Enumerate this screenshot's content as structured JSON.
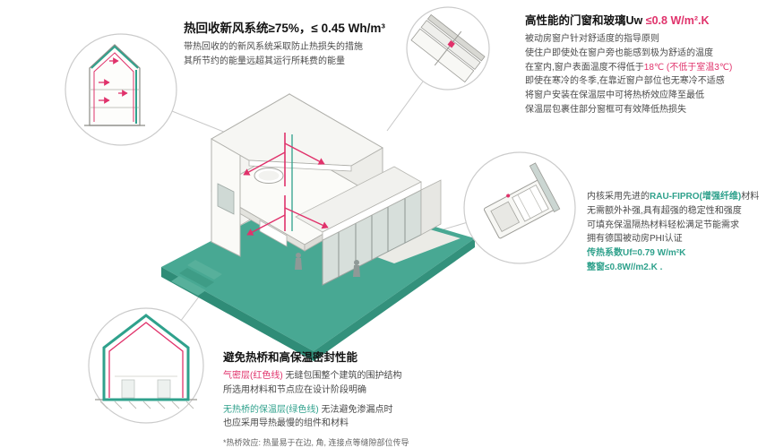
{
  "colors": {
    "teal": "#2FA18C",
    "red": "#E0326B",
    "ink": "#3c3c3c"
  },
  "ventilation": {
    "title": "热回收新风系统≥75%，≤ 0.45 Wh/m³",
    "line1": "带热回收的的新风系统采取防止热损失的措施",
    "line2": "其所节约的能量远超其运行所耗费的能量"
  },
  "windows": {
    "title_main": "高性能的门窗和玻璃Uw",
    "title_value": " ≤0.8 W/m².K",
    "line1": "被动房窗户针对舒适度的指导原则",
    "line2": "使住户即使处在窗户旁也能感到极为舒适的温度",
    "line3_pre": "在室内,窗户表面温度不得低于",
    "line3_red": "18℃ (不低于室温3℃)",
    "line4": "即使在寒冷的冬季,在靠近窗户部位也无寒冷不适感",
    "line5": "将窗户安装在保温层中可将热桥效应降至最低",
    "line6": "保温层包裹住部分窗框可有效降低热损失"
  },
  "profile": {
    "line1_pre": "内核采用先进的",
    "line1_brand": "RAU-FIPRO(增强纤维)",
    "line1_post": "材料",
    "line2": "无需额外补强,具有超强的稳定性和强度",
    "line3": "可填充保温隔热材料轻松满足节能需求",
    "line4": "拥有德国被动房PHI认证",
    "line5": "传热系数Uf=0.79 W/m²K",
    "line6": "整窗≤0.8W//m2.K ."
  },
  "thermal": {
    "title": "避免热桥和高保温密封性能",
    "line1_red": "气密层(红色线)",
    "line1_rest": " 无缝包围整个建筑的围护结构",
    "line2": "所选用材料和节点应在设计阶段明确",
    "line3_teal": "无热桥的保温层(绿色线)",
    "line3_rest": " 无法避免渗漏点时",
    "line4": "也应采用导热最慢的组件和材料",
    "footnote": "*热桥效应: 热量易于在边, 角, 连接点等缝隙部位传导"
  }
}
